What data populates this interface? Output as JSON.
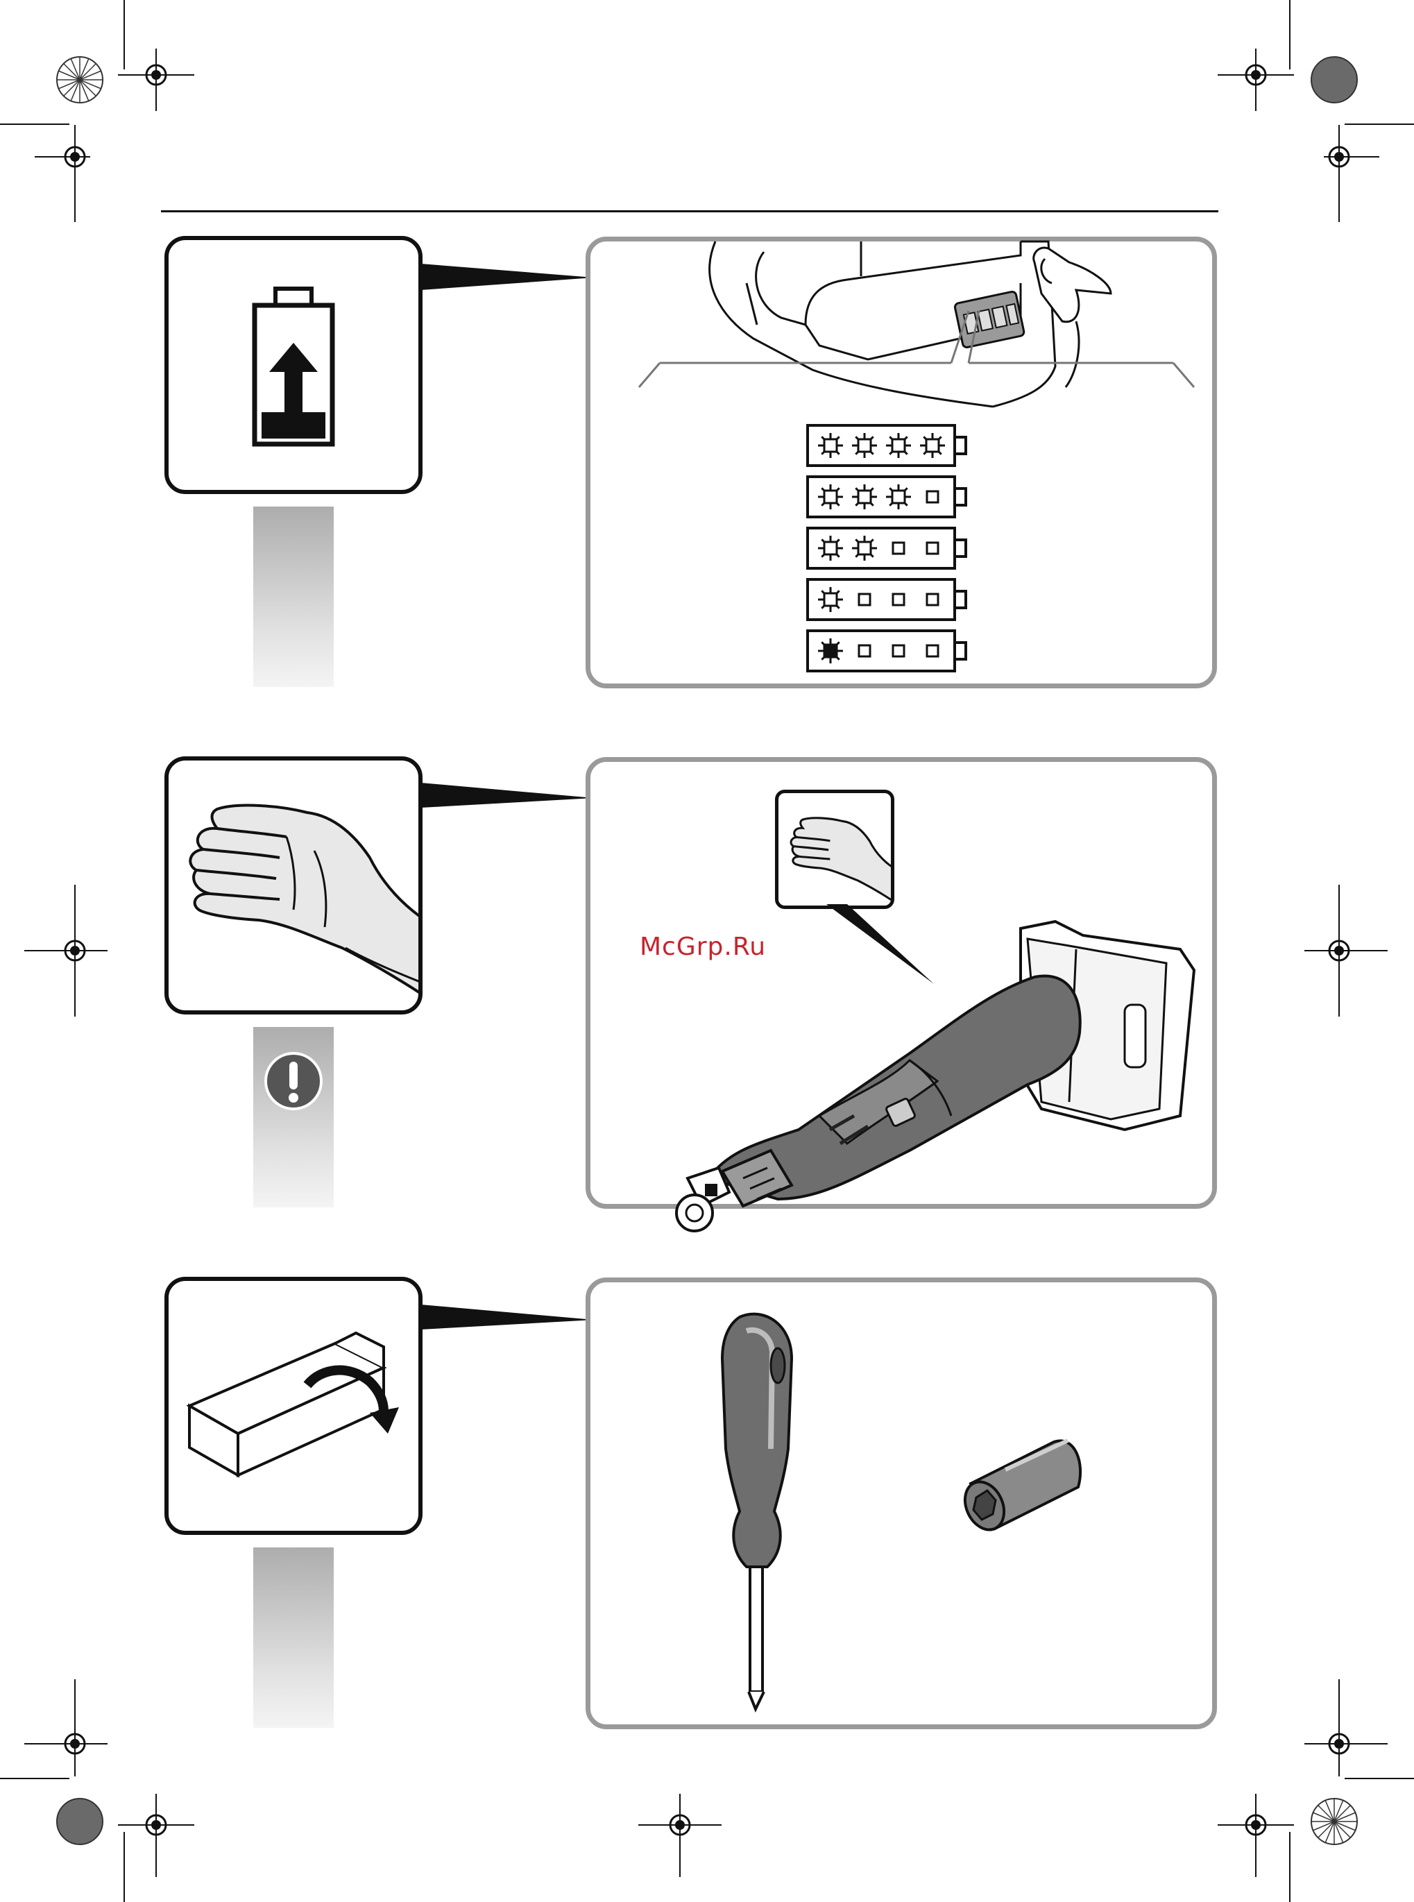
{
  "watermark": {
    "text": "McGrp.Ru",
    "color": "#c8232c"
  },
  "colors": {
    "panel_border": "#9a9a9a",
    "ink": "#111111",
    "tool_gray": "#6e6e6e"
  },
  "battery_indicator": {
    "levels": [
      {
        "lit": 4,
        "off": 0
      },
      {
        "lit": 3,
        "off": 1
      },
      {
        "lit": 2,
        "off": 2
      },
      {
        "lit": 1,
        "off": 3
      },
      {
        "lit": 1,
        "off": 3,
        "flashing": true
      }
    ]
  },
  "icons": {
    "section1": "battery-charge-icon",
    "section2": "hand-icon",
    "section2_note": "exclamation-icon",
    "section3": "open-box-icon"
  }
}
